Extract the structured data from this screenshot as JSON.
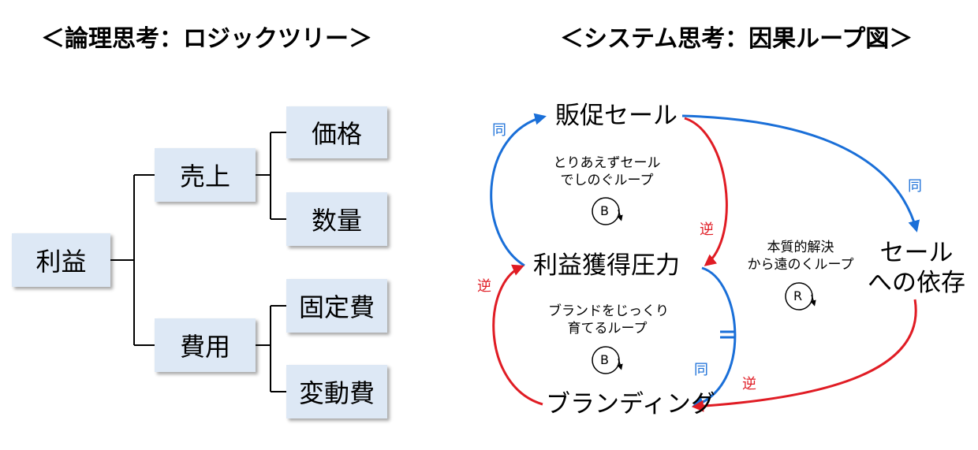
{
  "left": {
    "title": "＜論理思考：ロジックツリー＞",
    "tree": {
      "root": "利益",
      "level1": [
        "売上",
        "費用"
      ],
      "level2_sales": [
        "価格",
        "数量"
      ],
      "level2_cost": [
        "固定費",
        "変動費"
      ]
    }
  },
  "right": {
    "title": "＜システム思考：因果ループ図＞",
    "variables": {
      "sale": "販促セール",
      "pressure": "利益獲得圧力",
      "branding": "ブランディング",
      "dependency": [
        "セール",
        "への依存"
      ]
    },
    "loops": [
      {
        "name": [
          "とりあえずセール",
          "でしのぐループ"
        ],
        "symbol": "B"
      },
      {
        "name": [
          "ブランドをじっくり",
          "育てるループ"
        ],
        "symbol": "B"
      },
      {
        "name": [
          "本質的解決",
          "から遠のくループ"
        ],
        "symbol": "R"
      }
    ],
    "polarity": {
      "pressure_to_sale": "同",
      "sale_to_dependency": "同",
      "sale_to_pressure": "逆",
      "branding_to_pressure": "逆",
      "dependency_to_branding": "逆",
      "pressure_to_branding": "同",
      "delay_mark": "＝"
    },
    "colors": {
      "same": "#1a6fd8",
      "opposite": "#e01c24"
    }
  }
}
